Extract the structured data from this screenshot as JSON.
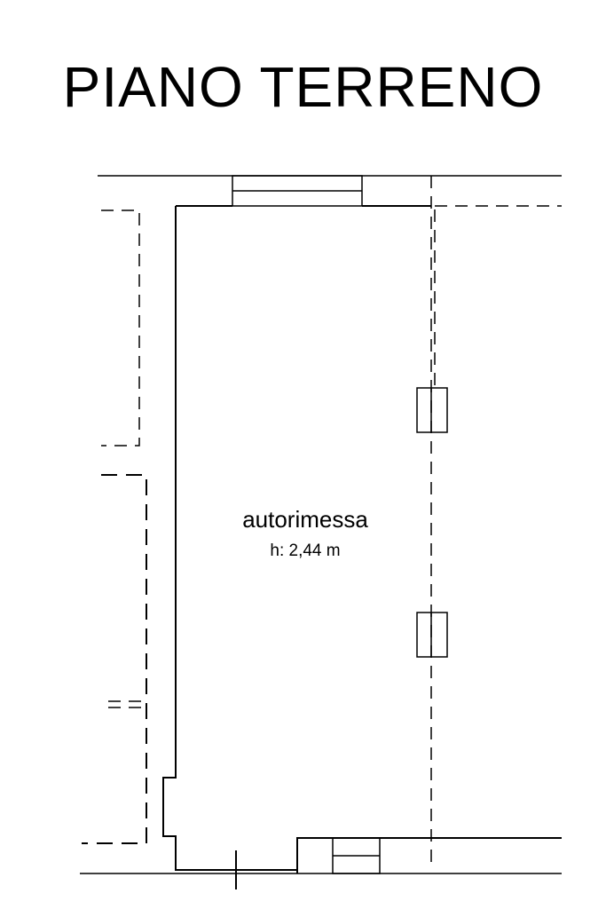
{
  "title": "PIANO TERRENO",
  "room": {
    "name": "autorimessa",
    "height": "h: 2,44 m"
  }
}
